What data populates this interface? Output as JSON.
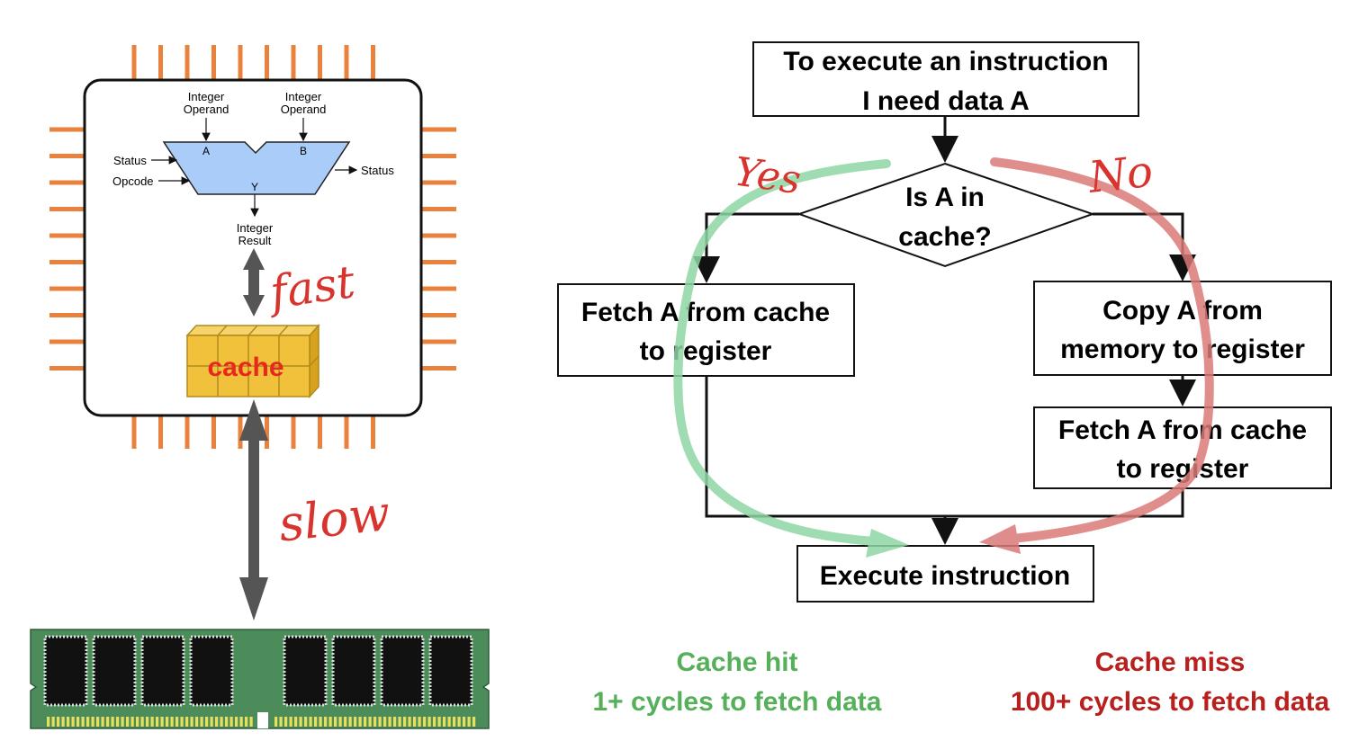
{
  "alu": {
    "operand_a_l1": "Integer",
    "operand_a_l2": "Operand",
    "operand_b_l1": "Integer",
    "operand_b_l2": "Operand",
    "port_a": "A",
    "port_b": "B",
    "port_y": "Y",
    "status_in": "Status",
    "opcode": "Opcode",
    "status_out": "Status",
    "result_l1": "Integer",
    "result_l2": "Result"
  },
  "cache_label": "cache",
  "annotations": {
    "fast": "fast",
    "slow": "slow",
    "yes": "Yes",
    "no": "No"
  },
  "flowchart": {
    "start_l1": "To execute an instruction",
    "start_l2": "I need data A",
    "decision_l1": "Is A in",
    "decision_l2": "cache?",
    "hit_box_l1": "Fetch A from cache",
    "hit_box_l2": "to register",
    "copy_box_l1": "Copy A from",
    "copy_box_l2": "memory to register",
    "fetch_box_l1": "Fetch A from cache",
    "fetch_box_l2": "to register",
    "execute": "Execute instruction"
  },
  "summary": {
    "hit_title": "Cache hit",
    "hit_detail": "1+ cycles to fetch data",
    "miss_title": "Cache miss",
    "miss_detail": "100+ cycles to fetch data"
  },
  "colors": {
    "pin": "#e8823c",
    "alu": "#a9cdf8",
    "cache_fill": "#f2c13c",
    "cache_text": "#e8281e",
    "hand_red": "#d8332c",
    "hit_green": "#56b05a",
    "hit_arrow": "#8fd6a4",
    "miss_red": "#b8201e",
    "miss_arrow": "#d97a78",
    "ram_board": "#4c8b5a",
    "ram_gold": "#e8e05c"
  }
}
